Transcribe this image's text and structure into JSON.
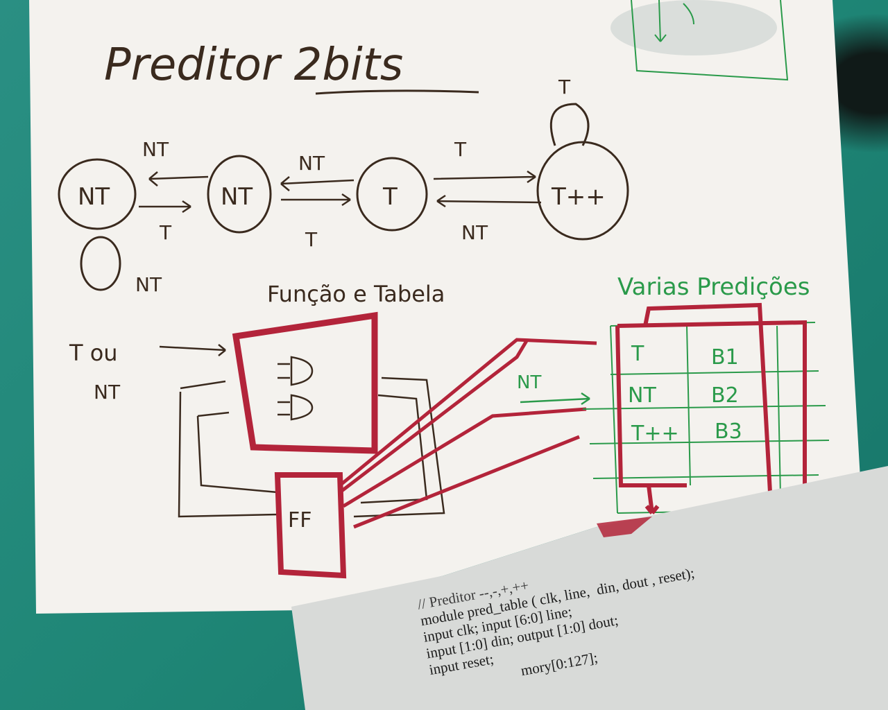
{
  "title": "Preditor 2bits",
  "state_diagram": {
    "states": [
      "NT",
      "NT",
      "T",
      "T++"
    ],
    "edge_labels_top": [
      "NT",
      "NT",
      "T"
    ],
    "edge_labels_bottom": [
      "T",
      "T",
      "NT"
    ],
    "self_loop_left": "NT",
    "self_loop_right": "T"
  },
  "block_diagram": {
    "heading": "Função e Tabela",
    "input_label_1": "T ou",
    "input_label_2": "NT",
    "ff_label": "FF"
  },
  "table_diagram": {
    "heading": "Varias Predições",
    "input_label": "NT",
    "rows": [
      {
        "pred": "T",
        "block": "B1"
      },
      {
        "pred": "NT",
        "block": "B2"
      },
      {
        "pred": "T++",
        "block": "B3"
      }
    ]
  },
  "code": {
    "lines": [
      "// Preditor --,-,+,++",
      "module pred_table ( clk, line,  din, dout , reset);",
      "input clk; input [6:0] line;",
      "input [1:0] din; output [1:0] dout;",
      "input reset;",
      "mory[0:127];"
    ]
  },
  "colors": {
    "ink": "#3a2a1e",
    "red_marker": "#b3243a",
    "green_pen": "#2a9a4a",
    "background": "#1f8f80"
  }
}
